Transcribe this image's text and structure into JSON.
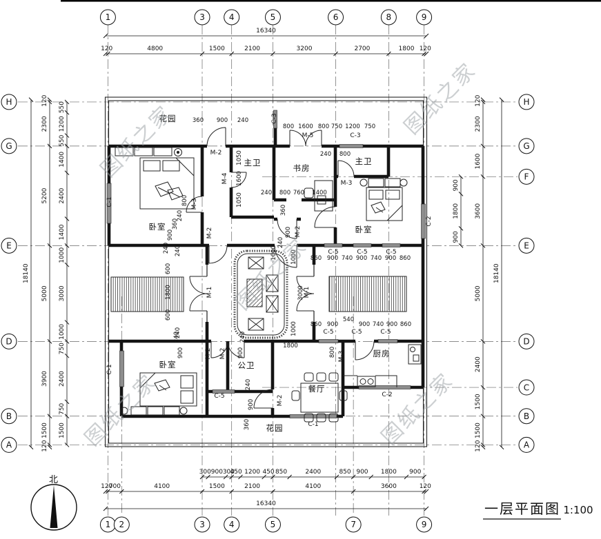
{
  "drawing": {
    "title": "一层平面图",
    "scale": "1:100",
    "north_label": "北",
    "watermark": "图纸之家"
  },
  "axes": {
    "top": [
      "1",
      "3",
      "4",
      "5",
      "6",
      "8",
      "9"
    ],
    "bottom": [
      "1",
      "2",
      "3",
      "4",
      "5",
      "7",
      "9"
    ],
    "left": [
      "H",
      "G",
      "E",
      "D",
      "B",
      "A"
    ],
    "right": [
      "H",
      "G",
      "F",
      "E",
      "D",
      "C",
      "B",
      "A"
    ]
  },
  "dims": {
    "top_total": "16340",
    "top_chain": [
      "120",
      "4800",
      "1500",
      "2100",
      "3200",
      "2700",
      "1800",
      "120"
    ],
    "bottom_total": "16340",
    "bottom_chain": [
      "120",
      "700",
      "4100",
      "1500",
      "2100",
      "4100",
      "3600",
      "120"
    ],
    "bottom_inner": [
      "300",
      "900",
      "300",
      "450",
      "1200",
      "450",
      "850",
      "2400",
      "850",
      "900",
      "1800",
      "900"
    ],
    "left_total": "18140",
    "left_chain": [
      "120",
      "2300",
      "5200",
      "5000",
      "3900",
      "1500",
      "120"
    ],
    "left_inner": [
      "550",
      "1200",
      "550",
      "1400",
      "2400",
      "1400",
      "1000",
      "3000",
      "1000",
      "750",
      "2400",
      "750",
      "1500"
    ],
    "right_total": "18140",
    "right_chain": [
      "120",
      "2300",
      "1600",
      "3600",
      "5000",
      "2400",
      "1500",
      "1500",
      "120"
    ],
    "right_inner": [
      "900",
      "1800",
      "900"
    ]
  },
  "rooms": [
    "花园",
    "卧室",
    "主卫",
    "书房",
    "主卫",
    "卧室",
    "卧室",
    "公卫",
    "餐厅",
    "厨房",
    "花园"
  ],
  "tags": [
    "M-2",
    "M-4",
    "M-3",
    "M-2",
    "C-1",
    "C-3",
    "M-5",
    "C-3",
    "M-3",
    "C-2",
    "M-2",
    "M-1",
    "M-1",
    "C-5",
    "C-5",
    "C-5",
    "C-5",
    "C-5",
    "C-5",
    "C-1",
    "M-2",
    "M-2",
    "C-5",
    "M-2",
    "C-1",
    "M-3",
    "C-2"
  ],
  "interior_dims": [
    "360",
    "900",
    "240",
    "800",
    "1600",
    "800",
    "750",
    "1200",
    "750",
    "1050",
    "1600",
    "1050",
    "800",
    "240",
    "360",
    "900",
    "240",
    "240",
    "800",
    "240",
    "800",
    "760",
    "1400",
    "360",
    "900",
    "240",
    "1000",
    "240",
    "600",
    "1800",
    "600",
    "240",
    "1000",
    "3000",
    "1000",
    "860",
    "900",
    "740",
    "900",
    "740",
    "900",
    "860",
    "860",
    "900",
    "540",
    "900",
    "740",
    "900",
    "860",
    "240",
    "900",
    "900",
    "240",
    "240",
    "900",
    "360",
    "1800",
    "800"
  ]
}
